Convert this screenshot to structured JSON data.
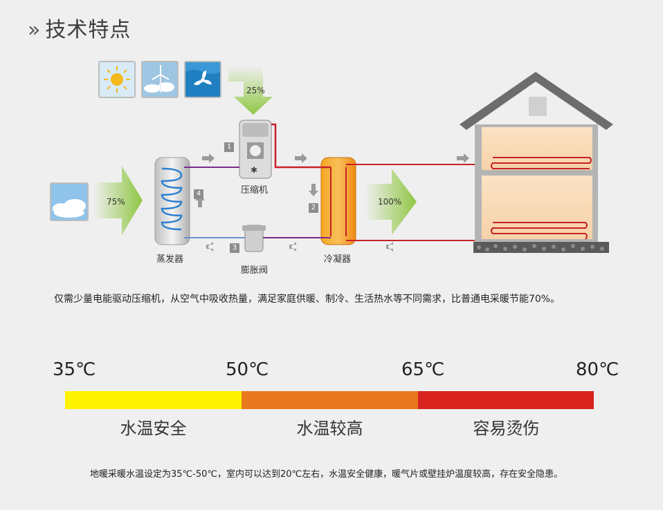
{
  "header": {
    "title": "技术特点",
    "chevron_icon": "double-chevron-right-icon"
  },
  "diagram": {
    "sources": [
      {
        "icon": "sun-icon"
      },
      {
        "icon": "wind-turbine-icon"
      },
      {
        "icon": "fan-icon"
      },
      {
        "icon": "air-cloud-icon"
      }
    ],
    "percent_top": "25%",
    "percent_air": "75%",
    "percent_out": "100%",
    "components": {
      "compressor": "压缩机",
      "evaporator": "蒸发器",
      "expansion_valve": "膨胀阀",
      "condenser": "冷凝器"
    },
    "steps": [
      "1",
      "2",
      "3",
      "4"
    ],
    "colors": {
      "hot_pipe": "#c8202a",
      "cold_pipe": "#6a8fd0",
      "mid_pipe": "#7a2a8a",
      "arrow_green": "#8fc742"
    }
  },
  "description": "仅需少量电能驱动压缩机，从空气中吸收热量，满足家庭供暖、制冷、生活热水等不同需求，比普通电采暖节能70%。",
  "temperature_scale": {
    "ticks": [
      "35℃",
      "50℃",
      "65℃",
      "80℃"
    ],
    "zones": [
      {
        "label": "水温安全",
        "color": "#fff200"
      },
      {
        "label": "水温较高",
        "color": "#e8781e"
      },
      {
        "label": "容易烫伤",
        "color": "#d8231f"
      }
    ]
  },
  "note": "地暖采暖水温设定为35℃-50℃，室内可以达到20℃左右，水温安全健康，暖气片或壁挂炉温度较高，存在安全隐患。"
}
